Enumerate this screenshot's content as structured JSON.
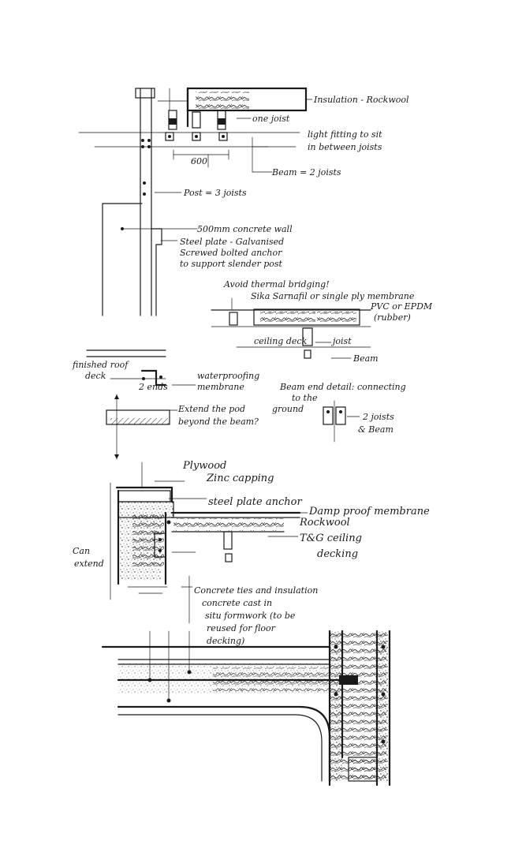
{
  "labels": {
    "insulation_rockwool": "Insulation - Rockwool",
    "one_joist": "one joist",
    "light_fitting_1": "light fitting to sit",
    "light_fitting_2": "in between joists",
    "spacing_600": "600",
    "beam_2_joists": "Beam = 2 joists",
    "post_3_joists": "Post = 3 joists",
    "concrete_wall": "500mm concrete wall",
    "steel_plate_1": "Steel plate - Galvanised",
    "steel_plate_2": "Screwed bolted anchor",
    "steel_plate_3": "to support slender post",
    "avoid_thermal": "Avoid thermal bridging!",
    "sika_membrane_1": "Sika Sarnafil or single ply membrane",
    "sika_membrane_2": "PVC or EPDM",
    "sika_membrane_3": "(rubber)",
    "ceiling_deck": "ceiling deck",
    "joist": "joist",
    "beam": "Beam",
    "finished_roof_deck_1": "finished roof",
    "finished_roof_deck_2": "deck",
    "waterproofing_1": "waterproofing",
    "waterproofing_2": "membrane",
    "two_ends": "2 ends",
    "beam_end_1": "Beam end detail: connecting",
    "beam_end_2": "to the",
    "beam_end_3": "ground",
    "two_joists": "2 joists",
    "and_beam": "& Beam",
    "extend_1": "Extend the pod",
    "extend_2": "beyond the beam?",
    "plywood": "Plywood",
    "zinc_capping": "Zinc capping",
    "steel_plate_anchor": "steel plate anchor",
    "damp_proof": "Damp proof membrane",
    "rockwool": "Rockwool",
    "tg_ceiling_1": "T&G ceiling",
    "tg_ceiling_2": "decking",
    "can_extend_1": "Can",
    "can_extend_2": "extend",
    "concrete_ties_1": "Concrete ties and insulation",
    "concrete_ties_2": "concrete cast in",
    "concrete_ties_3": "situ formwork (to be",
    "concrete_ties_4": "reused for floor",
    "concrete_ties_5": "decking)"
  }
}
